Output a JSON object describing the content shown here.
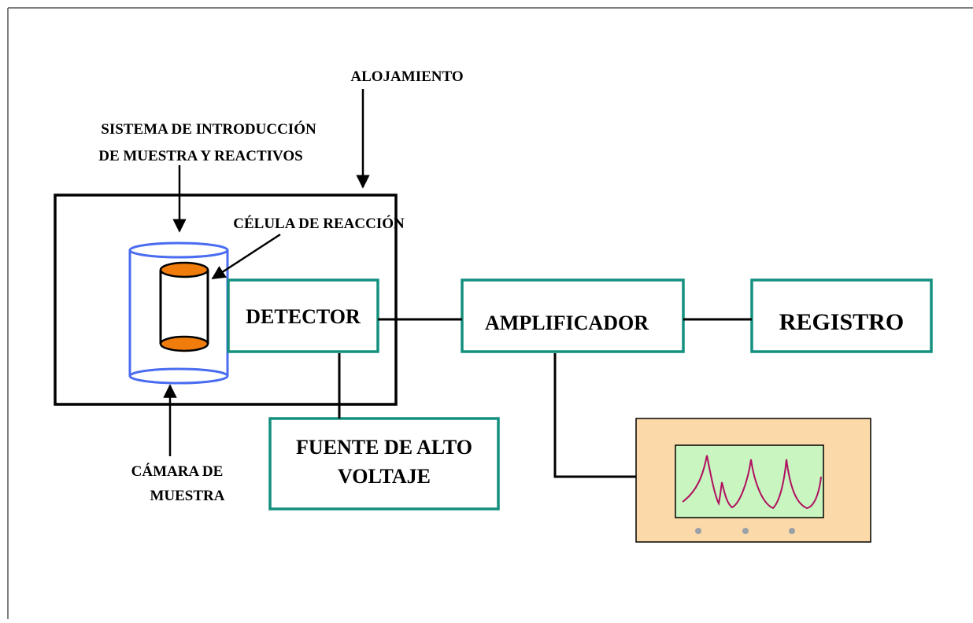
{
  "labels": {
    "alojamiento": "ALOJAMIENTO",
    "sistema_line1": "SISTEMA DE INTRODUCCIÓN",
    "sistema_line2": "DE MUESTRA Y REACTIVOS",
    "celula": "CÉLULA DE REACCIÓN",
    "camara_line1": "CÁMARA DE",
    "camara_line2": "MUESTRA",
    "detector": "DETECTOR",
    "amplificador": "AMPLIFICADOR",
    "registro": "REGISTRO",
    "fuente_line1": "FUENTE DE ALTO",
    "fuente_line2": "VOLTAJE"
  },
  "colors": {
    "block_border": "#14907e",
    "housing_border": "#000000",
    "outer_cylinder": "#4a6cf0",
    "inner_cap": "#f07c0c",
    "monitor_bg": "#fbd9a8",
    "screen_bg": "#c8f5c0",
    "signal": "#b01060",
    "knob": "#9aa0a8"
  },
  "icons": {
    "sample_chamber": "cylinder-icon",
    "reaction_cell": "cylinder-icon",
    "recorder_display": "monitor-icon"
  }
}
